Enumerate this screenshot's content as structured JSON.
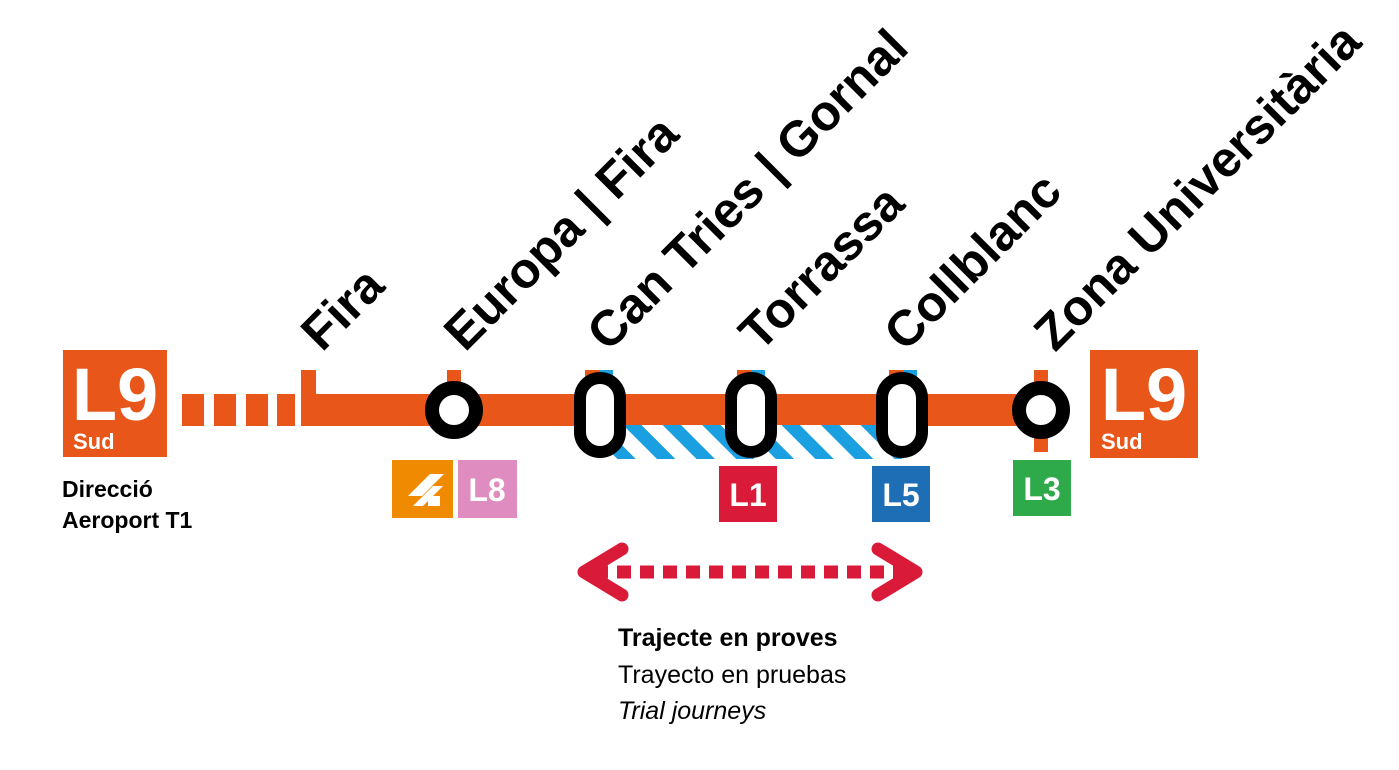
{
  "line": {
    "name": "L9",
    "branch": "Sud",
    "color": "#e8561a"
  },
  "direction": {
    "line1": "Direcció",
    "line2": "Aeroport T1"
  },
  "stations": [
    {
      "name": "Fira"
    },
    {
      "name": "Europa | Fira"
    },
    {
      "name": "Can Tries | Gornal"
    },
    {
      "name": "Torrassa"
    },
    {
      "name": "Collblanc"
    },
    {
      "name": "Zona Universitària"
    }
  ],
  "connections": {
    "fgc": {
      "icon": "fgc-logo-icon",
      "color": "#f08a00"
    },
    "l8": {
      "label": "L8",
      "color": "#df8cc0"
    },
    "l1": {
      "label": "L1",
      "color": "#d91a38"
    },
    "l5": {
      "label": "L5",
      "color": "#1d6eb5"
    },
    "l3": {
      "label": "L3",
      "color": "#2faa4a"
    }
  },
  "colors": {
    "test_stripe": "#1aa0e0",
    "trial_arrow": "#d91a38"
  },
  "legend": {
    "catalan": "Trajecte en proves",
    "spanish": "Trayecto en pruebas",
    "english": "Trial journeys"
  }
}
